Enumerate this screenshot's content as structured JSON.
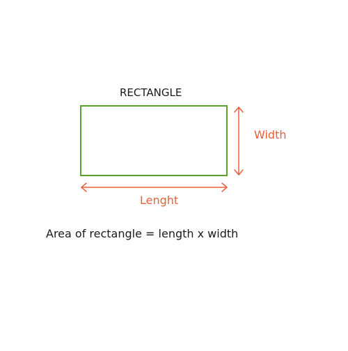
{
  "diagram": {
    "title": "RECTANGLE",
    "width_label": "Width",
    "length_label": "Lenght",
    "formula": "Area of rectangle = length x width"
  },
  "colors": {
    "rectangle_stroke": "#5aa02c",
    "dimension_color": "#e8603a",
    "text_color": "#1a1a1a",
    "background": "#ffffff"
  }
}
